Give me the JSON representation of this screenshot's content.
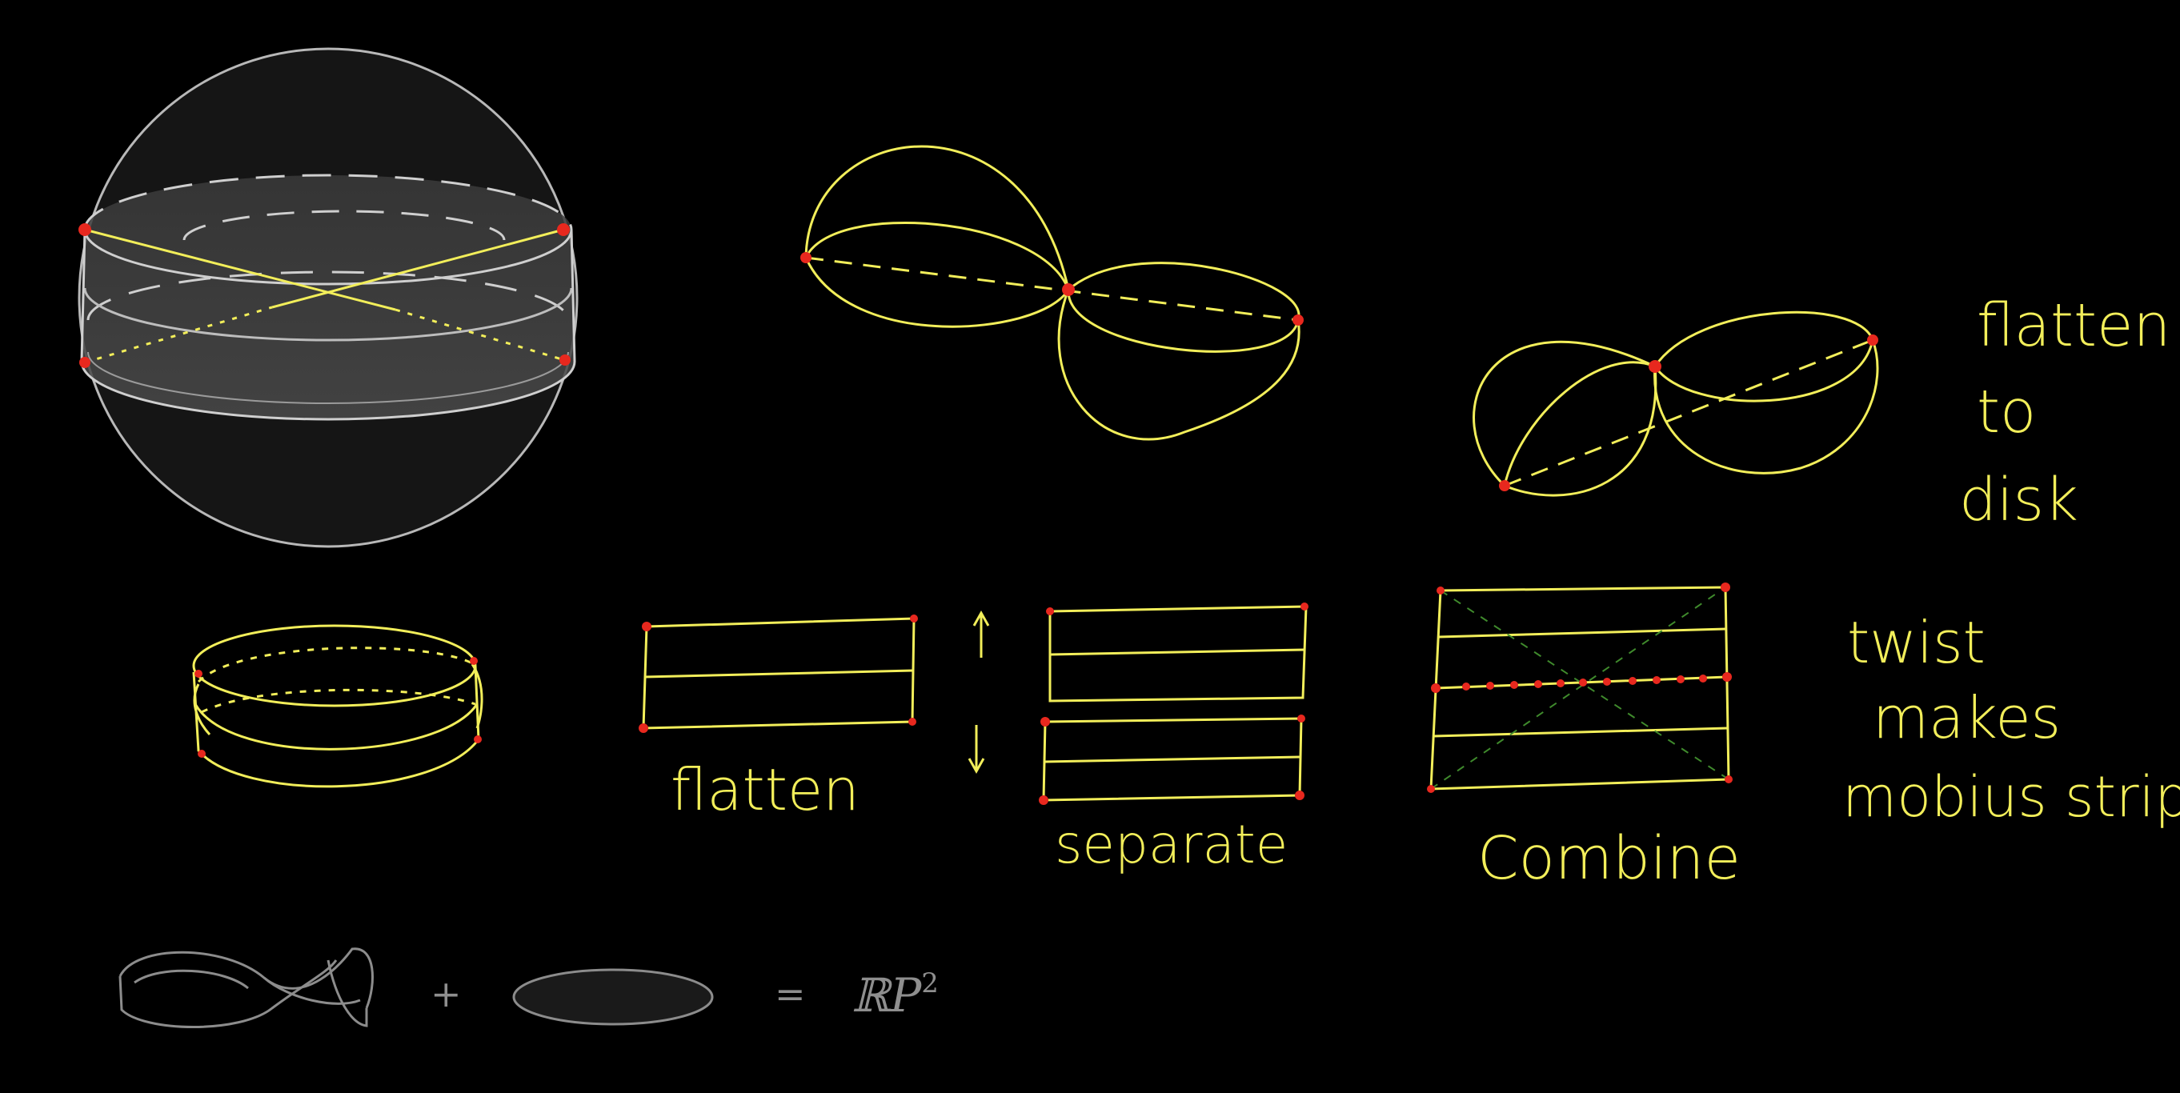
{
  "colors": {
    "background": "#000000",
    "ink": "#f2ee5a",
    "point": "#e8281e",
    "sphere": "#b8b8b8",
    "green_dash": "#3f8a2c",
    "gray_text": "#8e8e8e"
  },
  "labels": {
    "flatten_to_disk": [
      "flatten",
      "to",
      "disk"
    ],
    "flatten": "flatten",
    "separate": "separate",
    "combine": "Combine",
    "twist_makes": [
      "twist",
      "makes",
      "mobius strip"
    ]
  },
  "equation": {
    "plus": "+",
    "equals": "=",
    "rp2_base": "ℝP",
    "rp2_exp": "2"
  },
  "icons": {
    "arrow_up": "arrow-up-icon",
    "arrow_down": "arrow-down-icon"
  }
}
